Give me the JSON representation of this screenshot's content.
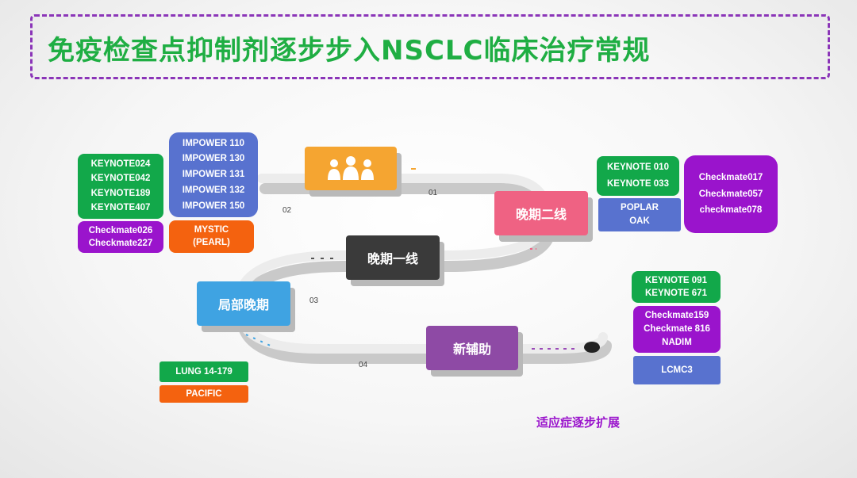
{
  "title": "免疫检查点抑制剂逐步步入NSCLC临床治疗常规",
  "stages": {
    "family_label": "",
    "late_second_line": "晚期二线",
    "late_first_line": "晚期一线",
    "local_late": "局部晚期",
    "neoadjuvant": "新辅助"
  },
  "path_numbers": {
    "n01": "01",
    "n02": "02",
    "n03": "03",
    "n04": "04"
  },
  "trials": {
    "keynote_first": [
      "KEYNOTE024",
      "KEYNOTE042",
      "KEYNOTE189",
      "KEYNOTE407"
    ],
    "checkmate_first": [
      "Checkmate026",
      "Checkmate227"
    ],
    "impower": [
      "IMPOWER 110",
      "IMPOWER 130",
      "IMPOWER 131",
      "IMPOWER 132",
      "IMPOWER 150"
    ],
    "mystic": [
      "MYSTIC",
      "(PEARL)"
    ],
    "keynote_second": [
      "KEYNOTE 010",
      "KEYNOTE 033"
    ],
    "poplar_oak": [
      "POPLAR",
      "OAK"
    ],
    "checkmate_second": [
      "Checkmate017",
      "Checkmate057",
      "checkmate078"
    ],
    "keynote_neo": [
      "KEYNOTE 091",
      "KEYNOTE 671"
    ],
    "checkmate_neo": [
      "Checkmate159",
      "Checkmate 816",
      "NADIM"
    ],
    "lcmc3": "LCMC3",
    "lung": "LUNG 14-179",
    "pacific": "PACIFIC"
  },
  "footer": "适应症逐步扩展",
  "colors": {
    "green": "#12a84a",
    "blue": "#5872cf",
    "purple": "#9a14cc",
    "orange": "#f4620f",
    "stage_orange": "#f5a531",
    "stage_pink": "#ef6283",
    "stage_dark": "#3a3a3a",
    "stage_blue": "#3fa3e2",
    "stage_violet": "#8e4aa5",
    "title_green": "#1fae43"
  },
  "icons": {
    "family": "family-icon"
  }
}
